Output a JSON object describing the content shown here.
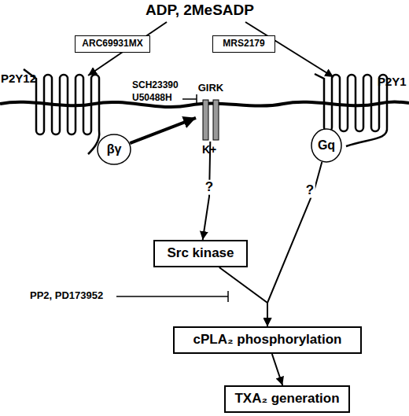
{
  "diagram": {
    "nodes": [
      {
        "text": [
          "ARC69931MX"
        ]
      },
      {
        "text": [
          "MRS2179"
        ]
      },
      {
        "text": [
          "GIRK"
        ]
      },
      {
        "text": [
          "βγ"
        ]
      },
      {
        "text": [
          "Gq"
        ]
      },
      {
        "text": [
          "Src kinase"
        ]
      },
      {
        "text": [
          "cPLA₂ phosphorylation"
        ]
      },
      {
        "text": [
          "TXA₂ generation"
        ]
      }
    ],
    "edges": [
      {
        "from": 3,
        "to": 2,
        "arrow": "to"
      },
      {
        "from": 2,
        "to": 5,
        "label": "?",
        "arrow": "to"
      },
      {
        "from": 4,
        "to": 6,
        "label": "?",
        "arrow": "to"
      },
      {
        "from": 5,
        "to": 6,
        "arrow": "to"
      },
      {
        "from": 6,
        "to": 7,
        "arrow": "to"
      }
    ],
    "labels": [
      "ADP, 2MeSADP",
      "P2Y12",
      "P2Y1",
      "SCH23390",
      "U50488H",
      "K+",
      "PP2, PD173952"
    ]
  }
}
